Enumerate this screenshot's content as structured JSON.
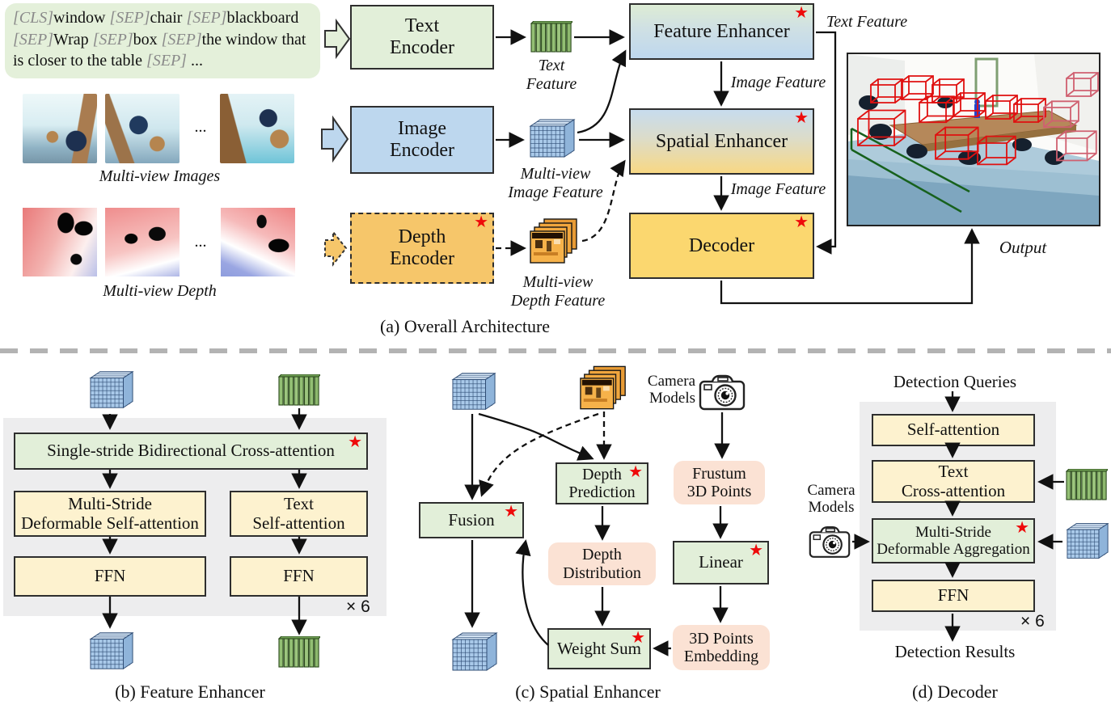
{
  "colors": {
    "star_red": "#ee0a0a",
    "green_box": "#e2efd9",
    "blue_box": "#bdd7ee",
    "orange_box": "#f6c66a",
    "decoder_yellow": "#fbd76f",
    "cream_box": "#fdf2cf",
    "pink_box": "#fbe2d4",
    "panel_gray": "#ededee"
  },
  "icons": {
    "star": "★",
    "dots": "..."
  },
  "prompt": {
    "segments": [
      {
        "kind": "tok",
        "text": "[CLS]"
      },
      {
        "kind": "txt",
        "text": "window "
      },
      {
        "kind": "tok",
        "text": "[SEP]"
      },
      {
        "kind": "txt",
        "text": "chair "
      },
      {
        "kind": "tok",
        "text": "[SEP]"
      },
      {
        "kind": "txt",
        "text": "blackboard "
      },
      {
        "kind": "tok",
        "text": "[SEP]"
      },
      {
        "kind": "txt",
        "text": "Wrap "
      },
      {
        "kind": "tok",
        "text": "[SEP]"
      },
      {
        "kind": "txt",
        "text": "box "
      },
      {
        "kind": "tok",
        "text": "[SEP]"
      },
      {
        "kind": "txt",
        "text": "the window that is closer to the table "
      },
      {
        "kind": "tok",
        "text": "[SEP]"
      },
      {
        "kind": "txt",
        "text": " ..."
      }
    ]
  },
  "a": {
    "text_encoder": "Text\nEncoder",
    "image_encoder": "Image\nEncoder",
    "depth_encoder": "Depth\nEncoder",
    "feature_enhancer": "Feature Enhancer",
    "spatial_enhancer": "Spatial Enhancer",
    "decoder": "Decoder",
    "text_feature_under": "Text\nFeature",
    "text_feature_right": "Text Feature",
    "multi_view_images": "Multi-view Images",
    "multi_view_image_feature": "Multi-view\nImage Feature",
    "multi_view_depth": "Multi-view Depth",
    "multi_view_depth_feature": "Multi-view\nDepth Feature",
    "image_feature_top": "Image Feature",
    "image_feature_bottom": "Image Feature",
    "output": "Output",
    "caption": "(a) Overall Architecture"
  },
  "b": {
    "cross_attention": "Single-stride Bidirectional Cross-attention",
    "ms_dsa": "Multi-Stride\nDeformable Self-attention",
    "text_sa": "Text\nSelf-attention",
    "ffn_left": "FFN",
    "ffn_right": "FFN",
    "times": "× 6",
    "caption": "(b) Feature Enhancer"
  },
  "c": {
    "camera_models": "Camera\nModels",
    "depth_prediction": "Depth\nPrediction",
    "fusion": "Fusion",
    "depth_distribution": "Depth\nDistribution",
    "frustum_points": "Frustum\n3D Points",
    "linear": "Linear",
    "points_embedding": "3D Points\nEmbedding",
    "weight_sum": "Weight Sum",
    "caption": "(c) Spatial Enhancer"
  },
  "d": {
    "detection_queries": "Detection Queries",
    "self_attention": "Self-attention",
    "text_cross_attention": "Text\nCross-attention",
    "camera_models": "Camera\nModels",
    "ms_da": "Multi-Stride\nDeformable Aggregation",
    "ffn": "FFN",
    "times": "× 6",
    "detection_results": "Detection Results",
    "caption": "(d) Decoder"
  }
}
